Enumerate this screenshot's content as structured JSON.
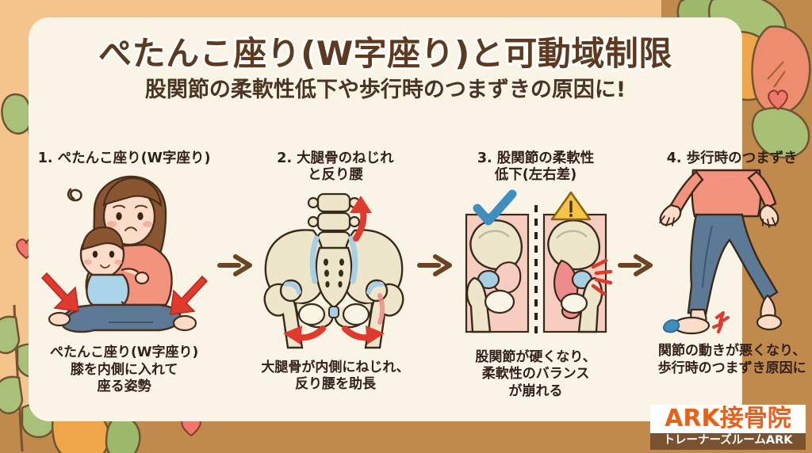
{
  "header": {
    "title": "ぺたんこ座り(W字座り)と可動域制限",
    "subtitle": "股関節の柔軟性低下や歩行時のつまずきの原因に!"
  },
  "colors": {
    "background": "#F5C48C",
    "card": "#FAF4E6",
    "band_brown": "#C08A4D",
    "title_text": "#5D3A1F",
    "body_text": "#332117",
    "arrow_brown": "#6B4423",
    "red_arrow": "#E03A2F",
    "heart_coral": "#F0776B",
    "leaf_green": "#9CB86B",
    "leaf_orange": "#EFA64B",
    "leaf_salmon": "#EE8C6E",
    "bone_cream": "#EDE6CB",
    "skin_pink": "#F6CDBE",
    "cartilage_blue": "#A8CFE3",
    "inflame_red": "#EE8B8B",
    "check_blue": "#3E8FBF",
    "warn_yellow": "#F3C445",
    "shirt_coral": "#F3937D",
    "pants_blue": "#5C7A96",
    "hair_brown": "#7A4A2A",
    "logo_orange": "#E8611A",
    "logo_bar": "#7A5230"
  },
  "steps": [
    {
      "heading": "1. ぺたんこ座り(W字座り)",
      "caption": "ぺたんこ座り(W字座り)\n膝を内側に入れて\n座る姿勢",
      "art": "mother-holding-baby-w-sitting"
    },
    {
      "heading": "2. 大腿骨のねじれ\nと反り腰",
      "caption": "大腿骨が内側にねじれ、\n反り腰を助長",
      "art": "pelvis-femur-rotation"
    },
    {
      "heading": "3. 股関節の柔軟性\n低下(左右差)",
      "caption": "股関節が硬くなり、\n柔軟性のバランス\nが崩れる",
      "art": "hip-left-right-comparison",
      "badges": {
        "good": "✔",
        "warning": "!"
      }
    },
    {
      "heading": "4. 歩行時のつまずき",
      "caption": "関節の動きが悪くなり、\n歩行時のつまずき原因に",
      "art": "walking-person-stumble"
    }
  ],
  "separators": [
    "→",
    "→",
    "→"
  ],
  "logo": {
    "main": "ARK接骨院",
    "sub": "トレーナーズルームARK"
  }
}
